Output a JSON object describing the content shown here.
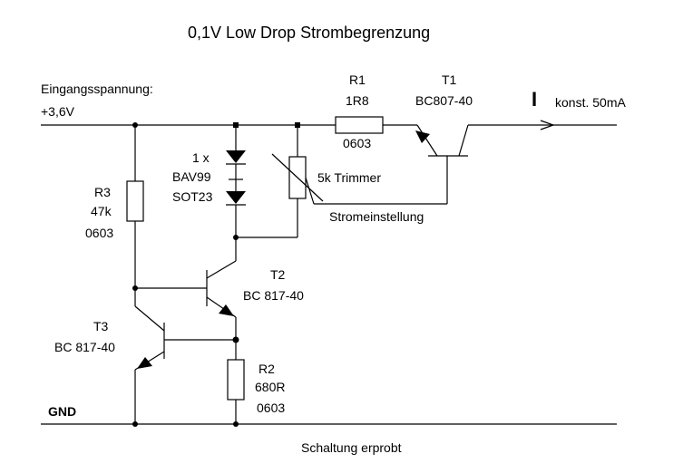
{
  "title": "0,1V  Low Drop Strombegrenzung",
  "input": {
    "label": "Eingangsspannung:",
    "voltage": "+3,6V"
  },
  "gnd_label": "GND",
  "footer": "Schaltung erprobt",
  "output": {
    "symbol": "I",
    "label": "konst. 50mA"
  },
  "components": {
    "r1": {
      "ref": "R1",
      "value": "1R8",
      "package": "0603"
    },
    "t1": {
      "ref": "T1",
      "value": "BC807-40"
    },
    "r3": {
      "ref": "R3",
      "value": "47k",
      "package": "0603"
    },
    "d1": {
      "count": "1 x",
      "value": "BAV99",
      "package": "SOT23"
    },
    "trimmer": {
      "value": "5k Trimmer",
      "function": "Stromeinstellung"
    },
    "t2": {
      "ref": "T2",
      "value": "BC 817-40"
    },
    "t3": {
      "ref": "T3",
      "value": "BC 817-40"
    },
    "r2": {
      "ref": "R2",
      "value": "680R",
      "package": "0603"
    }
  }
}
